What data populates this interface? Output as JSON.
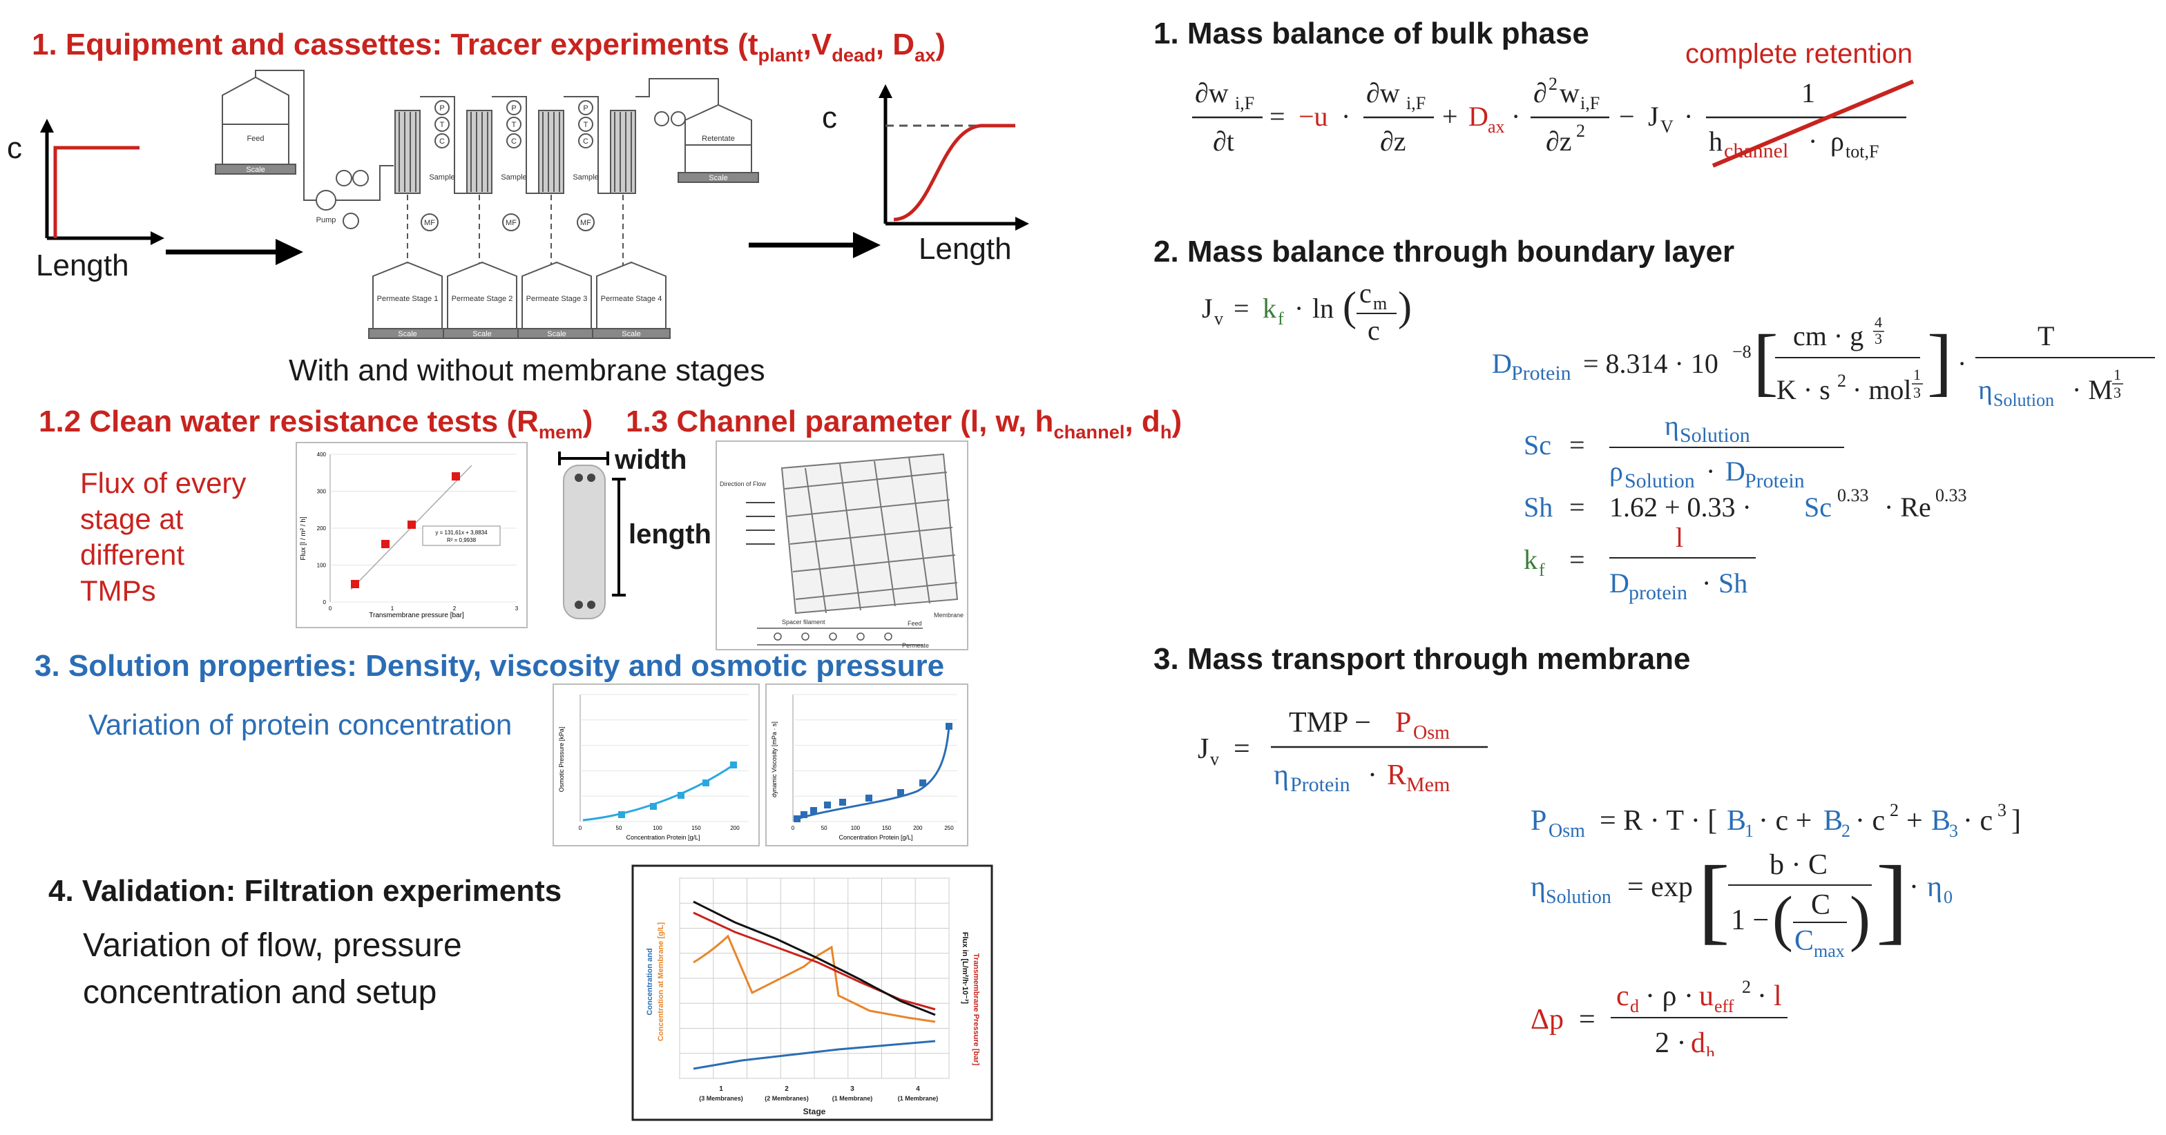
{
  "left": {
    "s1_title": "1. Equipment and cassettes: Tracer experiments (t",
    "s1_sub1": "plant",
    "s1_mid1": ",V",
    "s1_sub2": "dead",
    "s1_mid2": ",  D",
    "s1_sub3": "ax",
    "s1_end": ")",
    "axis_c": "c",
    "axis_length": "Length",
    "axis_c2": "c",
    "axis_length2": "Length",
    "stages_caption": "With and without membrane stages",
    "flow_labels": {
      "feed": "Feed",
      "retentate": "Retentate",
      "scale": "Scale",
      "pump": "Pump",
      "sample": "Sample",
      "mf": "MF",
      "p": "P",
      "t": "T",
      "c": "C"
    },
    "permeate": [
      "Permeate Stage 1",
      "Permeate Stage 2",
      "Permeate Stage 3",
      "Permeate Stage 4"
    ],
    "s12_title": "1.2 Clean water resistance tests (R",
    "s12_sub": "mem",
    "s12_end": ")",
    "s12_text": [
      "Flux of every",
      "stage at",
      "different",
      "TMPs"
    ],
    "s13_title": "1.3 Channel parameter (l, w, h",
    "s13_sub1": "channel",
    "s13_mid": ",  d",
    "s13_sub2": "h",
    "s13_end": ")",
    "width_label": "width",
    "length_label": "length",
    "channel_labels": {
      "direction": "Direction of Flow",
      "spacer": "Spacer filament",
      "feed": "Feed",
      "permeate": "Permeate",
      "membrane": "Membrane"
    },
    "s3_title": "3. Solution properties: Density, viscosity and osmotic pressure",
    "s3_text": "Variation of protein concentration",
    "s4_title": "4. Validation: Filtration experiments",
    "s4_text": [
      "Variation of flow, pressure",
      "concentration and setup"
    ]
  },
  "chart_flux": {
    "type": "scatter",
    "ylabel": "Flux [l / m² / h]",
    "xlabel": "Transmembrane pressure [bar]",
    "y_ticks": [
      "400",
      "300",
      "200",
      "100",
      "0"
    ],
    "x_ticks": [
      "0",
      "1",
      "2",
      "3"
    ],
    "legend_lines": [
      "y = 131,61x + 3,8834",
      "R² = 0,9938"
    ]
  },
  "chart_osm": {
    "type": "line",
    "ylabel": "Osmotic Pressure [kPa]",
    "xlabel": "Concentration Protein [g/L]",
    "x_ticks": [
      "0",
      "50",
      "100",
      "150",
      "200"
    ]
  },
  "chart_visc": {
    "type": "line",
    "ylabel": "dynamic Viscosity [mPa · s]",
    "xlabel": "Concentration Protein [g/L]",
    "x_ticks": [
      "0",
      "50",
      "100",
      "150",
      "200",
      "250"
    ]
  },
  "chart_valid": {
    "type": "line",
    "xlabel": "Stage",
    "y_left_blue": "Concentration and",
    "y_left_orange": "Concentration at Membrane  [g/L]",
    "y_right_black": "Flux in  [L/m²/h·10⁻³]",
    "y_right_red": "Transmembrane Pressure [bar]",
    "stages": [
      "1",
      "2",
      "3",
      "4"
    ],
    "stage_notes": [
      "(3 Membranes)",
      "(2 Membranes)",
      "(1 Membrane)",
      "(1 Membrane)"
    ]
  },
  "right": {
    "t1": "1. Mass balance of bulk phase",
    "complete_retention": "complete retention",
    "t2": "2. Mass balance through boundary layer",
    "t3": "3. Mass transport through membrane"
  },
  "colors": {
    "red": "#c8231e",
    "blue": "#2a6db5",
    "green": "#3a7d3a",
    "orange": "#e8862a",
    "lightblue": "#29a8e0"
  }
}
